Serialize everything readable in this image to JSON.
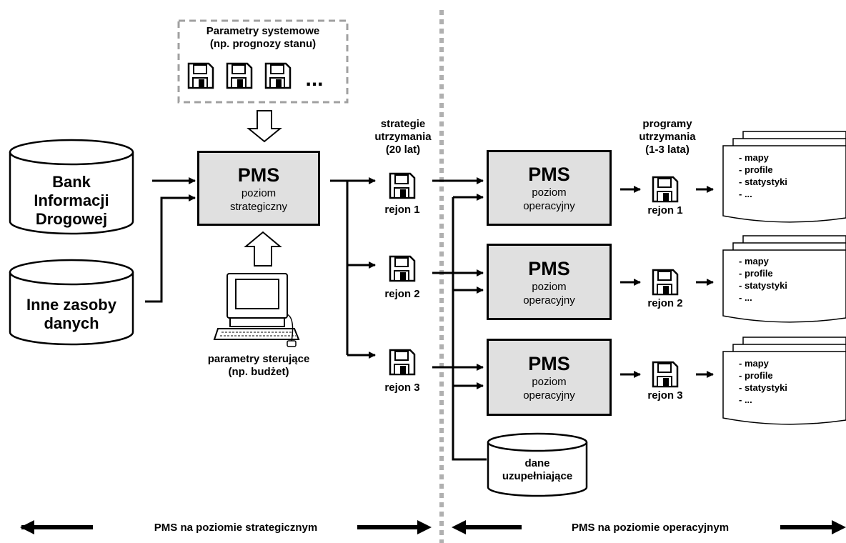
{
  "params_system": {
    "line1": "Parametry systemowe",
    "line2": "(np. prognozy stanu)",
    "ellipsis": "..."
  },
  "bank": {
    "line1": "Bank",
    "line2": "Informacji",
    "line3": "Drogowej"
  },
  "inne": {
    "line1": "Inne zasoby",
    "line2": "danych"
  },
  "strategic_box": {
    "title": "PMS",
    "line1": "poziom",
    "line2": "strategiczny"
  },
  "control_params": {
    "line1": "parametry sterujące",
    "line2": "(np. budżet)"
  },
  "strategie": {
    "line1": "strategie",
    "line2": "utrzymania",
    "line3": "(20 lat)"
  },
  "strat_regions": [
    "rejon 1",
    "rejon 2",
    "rejon 3"
  ],
  "operational_boxes": [
    {
      "title": "PMS",
      "line1": "poziom",
      "line2": "operacyjny"
    },
    {
      "title": "PMS",
      "line1": "poziom",
      "line2": "operacyjny"
    },
    {
      "title": "PMS",
      "line1": "poziom",
      "line2": "operacyjny"
    }
  ],
  "programy": {
    "line1": "programy",
    "line2": "utrzymania",
    "line3": "(1-3 lata)"
  },
  "op_regions": [
    "rejon 1",
    "rejon 2",
    "rejon 3"
  ],
  "doc_items": [
    "- mapy",
    "- profile",
    "- statystyki",
    "- ..."
  ],
  "dane": {
    "line1": "dane",
    "line2": "uzupełniające"
  },
  "footer": {
    "left": "PMS na poziomie strategicznym",
    "right": "PMS na poziomie operacyjnym"
  }
}
